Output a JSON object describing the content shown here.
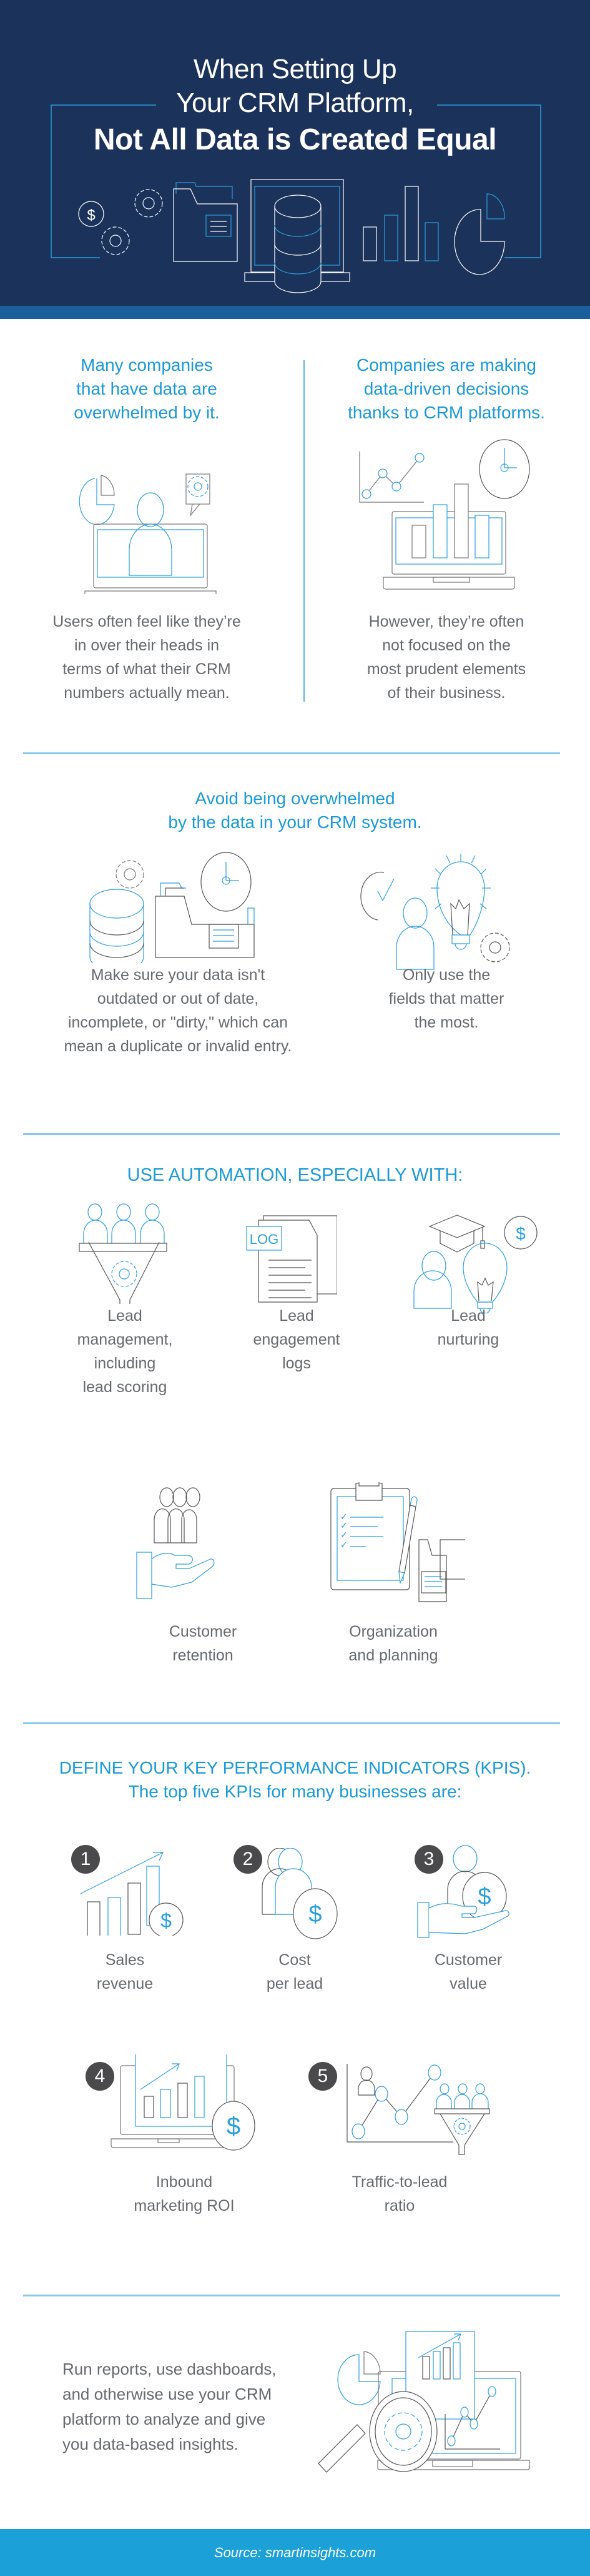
{
  "header": {
    "title_line1": "When Setting Up",
    "title_line2": "Your CRM Platform,",
    "title_line3": "Not All Data is Created Equal",
    "icons": [
      "dollar-coin-icon",
      "gears-icon",
      "folder-icon",
      "database-monitor-icon",
      "bar-chart-icon",
      "pie-chart-icon"
    ]
  },
  "colors": {
    "header_bg": "#1b325a",
    "band_blue": "#1a5e9c",
    "accent_blue": "#1a9ad6",
    "divider": "#88c8e8",
    "body_grey": "#666a6e",
    "badge": "#4a4a4d",
    "footer_bg": "#1ba0d8"
  },
  "intro": {
    "left": {
      "heading": [
        "Many companies",
        "that have data are",
        "overwhelmed by it."
      ],
      "body": [
        "Users often feel like they’re",
        "in over their heads in",
        "terms of what their CRM",
        "numbers actually mean."
      ],
      "icon": "laptop-user-icon"
    },
    "right": {
      "heading": [
        "Companies are making",
        "data-driven decisions",
        "thanks to CRM platforms."
      ],
      "body": [
        "However, they’re often",
        "not focused on the",
        "most prudent elements",
        "of their business."
      ],
      "icon": "laptop-chart-icon"
    }
  },
  "avoid": {
    "heading": [
      "Avoid being overwhelmed",
      "by the data in your CRM system."
    ],
    "items": [
      {
        "icon": "database-folder-clock-icon",
        "lines": [
          "Make sure your data isn't",
          "outdated or out of date,",
          "incomplete, or \"dirty,\" which can",
          "mean a duplicate or invalid entry."
        ]
      },
      {
        "icon": "person-lightbulb-icon",
        "lines": [
          "Only use the",
          "fields that matter",
          "the most."
        ]
      }
    ]
  },
  "automation": {
    "heading": "USE AUTOMATION, ESPECIALLY WITH:",
    "log_label": "LOG",
    "items": [
      {
        "icon": "funnel-people-icon",
        "lines": [
          "Lead",
          "management,",
          "including",
          "lead scoring"
        ]
      },
      {
        "icon": "log-document-icon",
        "lines": [
          "Lead",
          "engagement",
          "logs"
        ]
      },
      {
        "icon": "graduate-lightbulb-icon",
        "lines": [
          "Lead",
          "nurturing"
        ]
      },
      {
        "icon": "hand-people-icon",
        "lines": [
          "Customer",
          "retention"
        ]
      },
      {
        "icon": "clipboard-folder-icon",
        "lines": [
          "Organization",
          "and planning"
        ]
      }
    ]
  },
  "kpis": {
    "heading_line1": "DEFINE YOUR KEY PERFORMANCE INDICATORS (KPIS).",
    "heading_line2": "The top five KPIs for many businesses are:",
    "items": [
      {
        "number": "1",
        "icon": "bar-chart-dollar-icon",
        "lines": [
          "Sales",
          "revenue"
        ]
      },
      {
        "number": "2",
        "icon": "people-dollar-icon",
        "lines": [
          "Cost",
          "per lead"
        ]
      },
      {
        "number": "3",
        "icon": "hand-coin-icon",
        "lines": [
          "Customer",
          "value"
        ]
      },
      {
        "number": "4",
        "icon": "laptop-growth-dollar-icon",
        "lines": [
          "Inbound",
          "marketing ROI"
        ]
      },
      {
        "number": "5",
        "icon": "line-chart-funnel-icon",
        "lines": [
          "Traffic-to-lead",
          "ratio"
        ]
      }
    ]
  },
  "closing": {
    "lines": [
      "Run reports, use dashboards,",
      "and otherwise use your CRM",
      "platform to analyze and give",
      "you data-based insights."
    ],
    "icon": "magnifier-dashboard-icon"
  },
  "footer": {
    "source": "Source: smartinsights.com"
  }
}
